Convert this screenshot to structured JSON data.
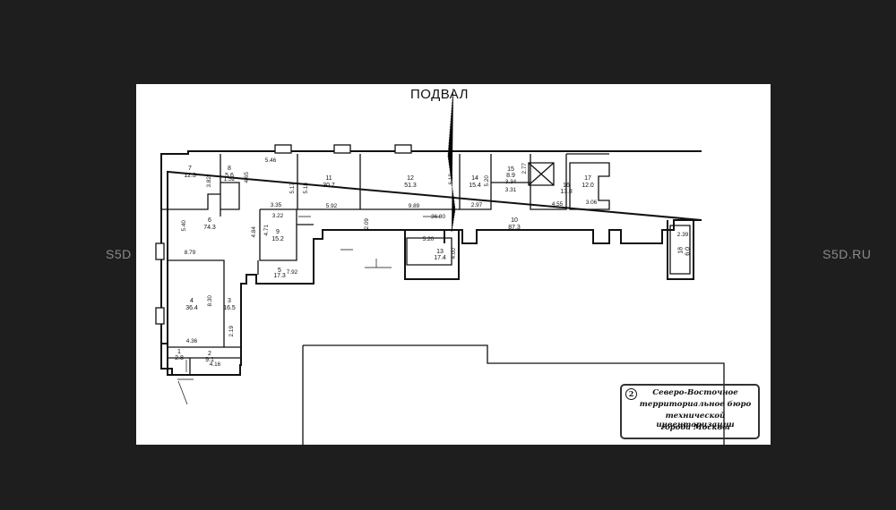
{
  "watermark": "S5D.RU",
  "watermark_left": "S5D",
  "plan_title": "ПОДВАЛ",
  "stamp": {
    "number": "2",
    "lines": [
      "Северо-Восточное",
      "территориальное бюро",
      "технической инвентаризации",
      "города Москвы"
    ]
  },
  "rooms": [
    {
      "num": "1",
      "area": "2.8"
    },
    {
      "num": "2",
      "area": "9.1"
    },
    {
      "num": "3",
      "area": "16.5"
    },
    {
      "num": "4",
      "area": "36.4"
    },
    {
      "num": "5",
      "area": "17.3"
    },
    {
      "num": "6",
      "area": "74.3"
    },
    {
      "num": "7",
      "area": "12.3"
    },
    {
      "num": "8",
      "area": "5.6"
    },
    {
      "num": "9",
      "area": "15.2"
    },
    {
      "num": "10",
      "area": "87.3"
    },
    {
      "num": "11",
      "area": "30.7"
    },
    {
      "num": "12",
      "area": "51.3"
    },
    {
      "num": "13",
      "area": "17.4"
    },
    {
      "num": "14",
      "area": "15.4"
    },
    {
      "num": "15",
      "area": "8.9"
    },
    {
      "num": "16",
      "area": "13.8"
    },
    {
      "num": "17",
      "area": "12.0"
    },
    {
      "num": "18",
      "area": "6.0"
    }
  ],
  "dimensions": [
    "5.46",
    "3.82",
    "1.52",
    "4.65",
    "5.17",
    "5.18",
    "6.18",
    "5.20",
    "2.77",
    "3.34",
    "3.31",
    "4.55",
    "3.06",
    "5.40",
    "3.35",
    "3.22",
    "5.92",
    "9.89",
    "36.80",
    "2.97",
    "4.84",
    "4.71",
    "2.09",
    "5.20",
    "4.00",
    "2.39",
    "8.79",
    "7.92",
    "8.30",
    "2.19",
    "4.36",
    "4.16"
  ]
}
